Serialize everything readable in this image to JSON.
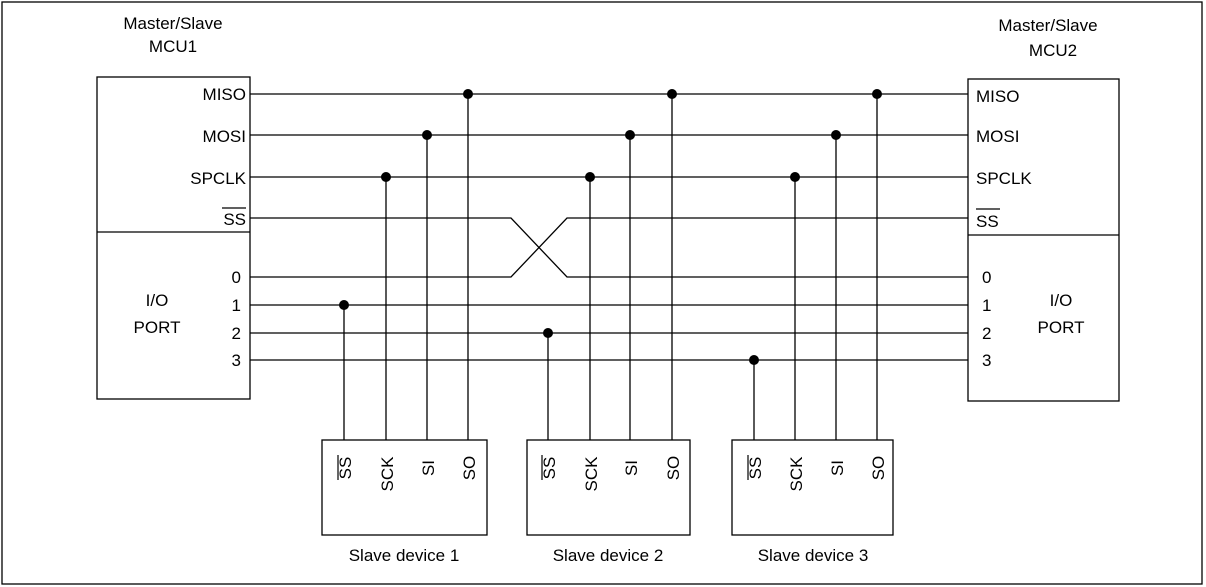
{
  "mcu1": {
    "title_line1": "Master/Slave",
    "title_line2": "MCU1",
    "pins": {
      "miso": "MISO",
      "mosi": "MOSI",
      "spclk": "SPCLK",
      "ss": "SS"
    },
    "io_label_line1": "I/O",
    "io_label_line2": "PORT",
    "ports": [
      "0",
      "1",
      "2",
      "3"
    ]
  },
  "mcu2": {
    "title_line1": "Master/Slave",
    "title_line2": "MCU2",
    "pins": {
      "miso": "MISO",
      "mosi": "MOSI",
      "spclk": "SPCLK",
      "ss": "SS"
    },
    "io_label_line1": "I/O",
    "io_label_line2": "PORT",
    "ports": [
      "0",
      "1",
      "2",
      "3"
    ]
  },
  "slaves": [
    {
      "name": "Slave device 1",
      "pins": [
        "SS",
        "SCK",
        "SI",
        "SO"
      ]
    },
    {
      "name": "Slave device 2",
      "pins": [
        "SS",
        "SCK",
        "SI",
        "SO"
      ]
    },
    {
      "name": "Slave device 3",
      "pins": [
        "SS",
        "SCK",
        "SI",
        "SO"
      ]
    }
  ]
}
